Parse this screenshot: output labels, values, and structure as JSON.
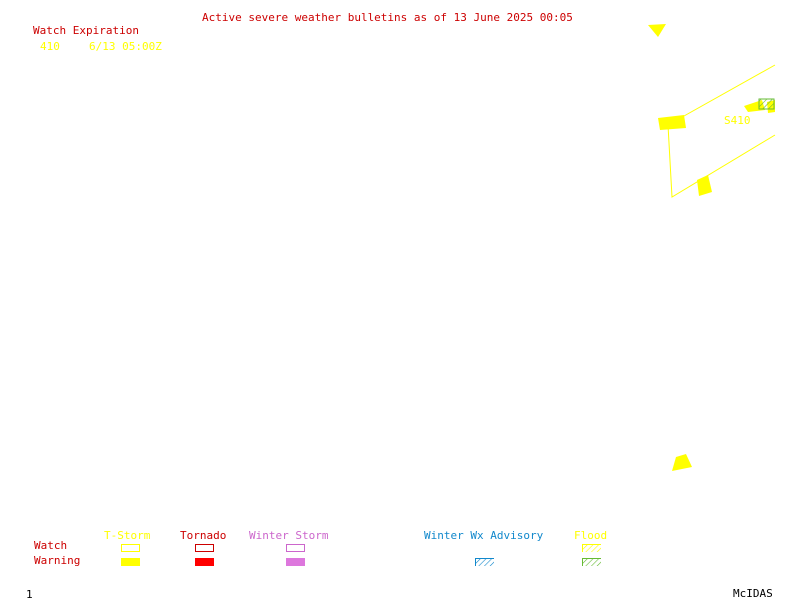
{
  "header": {
    "title": "Active severe weather bulletins as of 13 June 2025 00:05",
    "title_color": "#cc0000"
  },
  "watch_list": {
    "heading": "Watch Expiration",
    "heading_color": "#cc0000",
    "entries": [
      {
        "number": "410",
        "expiration": "6/13 05:00Z"
      }
    ],
    "entry_color": "#ffff00"
  },
  "map": {
    "watch_label": "S410",
    "watch_color": "#ffff00",
    "flood_color": "#66bb33"
  },
  "legend": {
    "row_labels": {
      "watch": "Watch",
      "warning": "Warning"
    },
    "row_label_color": "#cc0000",
    "categories": [
      {
        "key": "tstorm",
        "label": "T-Storm",
        "color": "#ffff00"
      },
      {
        "key": "tornado",
        "label": "Tornado",
        "color": "#cc0000"
      },
      {
        "key": "winter_storm",
        "label": "Winter Storm",
        "color": "#cc66cc"
      },
      {
        "key": "winter_wx",
        "label": "Winter Wx Advisory",
        "color": "#1188cc"
      },
      {
        "key": "flood",
        "label": "Flood",
        "color": "#ffff00"
      }
    ]
  },
  "footer": {
    "frame_number": "1",
    "brand": "McIDAS"
  }
}
